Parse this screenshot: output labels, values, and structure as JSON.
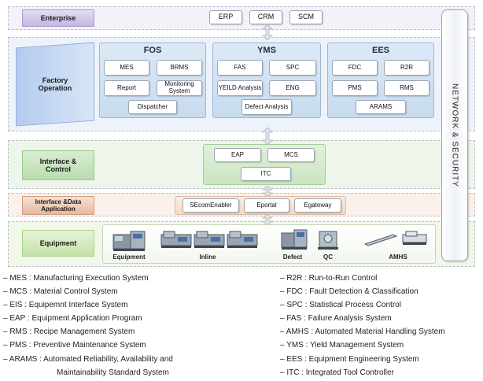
{
  "layers": {
    "enterprise": "Enterprise",
    "factory": "Factory Operation",
    "interface_control": "Interface & Control",
    "interface_data": "Interface &Data Application",
    "equipment": "Equipment"
  },
  "enterprise_systems": [
    "ERP",
    "CRM",
    "SCM"
  ],
  "fos": {
    "title": "FOS",
    "items": [
      "MES",
      "BRMS",
      "Report",
      "Monitoring System",
      "Dispatcher"
    ]
  },
  "yms": {
    "title": "YMS",
    "items": [
      "FAS",
      "SPC",
      "YEILD Analysis",
      "ENG",
      "Defect Analysis"
    ]
  },
  "ees": {
    "title": "EES",
    "items": [
      "FDC",
      "R2R",
      "PMS",
      "RMS",
      "ARAMS"
    ]
  },
  "interface_control_items": [
    "EAP",
    "MCS",
    "ITC"
  ],
  "interface_data_items": [
    "SEcomEnabler",
    "Eportal",
    "Egateway"
  ],
  "equipment_labels": [
    "Equipment",
    "Inline",
    "Defect",
    "QC",
    "AMHS"
  ],
  "network": "NETWORK & SECURITY",
  "legend_left": [
    "– MES : Manufacturing Execution System",
    "– MCS : Material Control System",
    "– EIS : Equipemnt Interface System",
    "– EAP : Equipment Application Program",
    "– RMS : Recipe Management System",
    "– PMS : Preventive Maintenance System",
    "– ARAMS :  Automated Reliability, Availability and",
    "Maintainability Standard System"
  ],
  "legend_right": [
    "– R2R : Run-to-Run Control",
    "– FDC : Fault Detection & Classification",
    "– SPC : Statistical Process Control",
    "– FAS : Failure Analysis System",
    "– AMHS : Automated Material Handling System",
    "– YMS : Yield Management System",
    "– EES : Equipment Engineering System",
    "– ITC : Integrated Tool Controller"
  ],
  "colors": {
    "enterprise": "#cfc7e6",
    "factory": "#c4d6ef",
    "interface_control": "#cfe6c7",
    "interface_data": "#f1d3c2",
    "equipment": "#dcefc8"
  }
}
